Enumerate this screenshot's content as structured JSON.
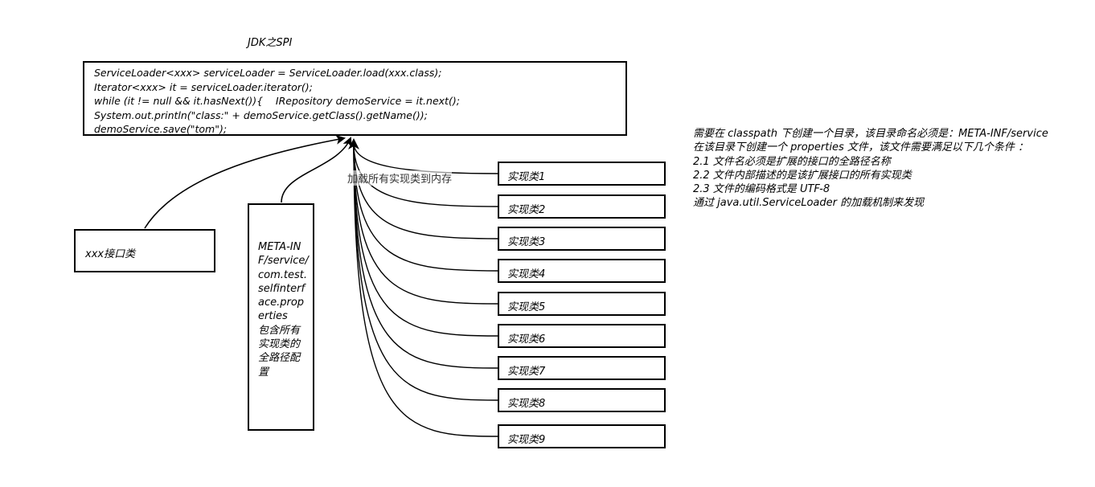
{
  "diagram": {
    "title": "JDK之SPI",
    "code_lines": [
      "ServiceLoader<xxx> serviceLoader = ServiceLoader.load(xxx.class);",
      "Iterator<xxx> it = serviceLoader.iterator();",
      "while (it != null && it.hasNext()){    IRepository demoService = it.next();",
      "System.out.println(\"class:\" + demoService.getClass().getName());",
      "demoService.save(\"tom\");"
    ],
    "interface_label": "xxx接口类",
    "meta_file_path": "META-INF/service/com.test.selfinterface.properties",
    "meta_file_desc": "包含所有实现类的全路径配置",
    "load_label": "加载所有实现类到内存",
    "impl_classes": [
      "实现类1",
      "实现类2",
      "实现类3",
      "实现类4",
      "实现类5",
      "实现类6",
      "实现类7",
      "实现类8",
      "实现类9"
    ],
    "notes": [
      "需要在 classpath 下创建一个目录，该目录命名必须是：META-INF/service",
      "在该目录下创建一个 properties 文件，该文件需要满足以下几个条件 ：",
      "2.1 文件名必须是扩展的接口的全路径名称",
      "2.2 文件内部描述的是该扩展接口的所有实现类",
      "2.3 文件的编码格式是 UTF-8",
      "通过 java.util.ServiceLoader 的加载机制来发现"
    ]
  }
}
